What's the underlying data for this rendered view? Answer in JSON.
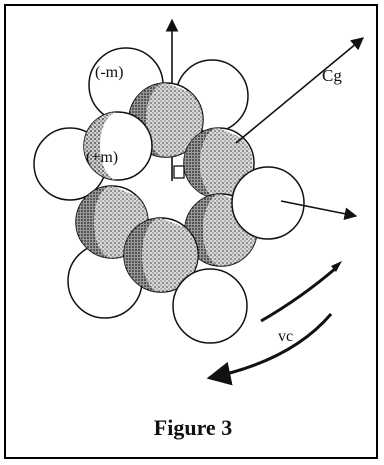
{
  "figure": {
    "caption": "Figure 3"
  },
  "diagram": {
    "labels": {
      "minus_m": "(-m)",
      "plus_m": "(+m)",
      "group_velocity": "Cg",
      "vc": "vc"
    }
  },
  "colors": {
    "ink": "#111111",
    "stipple": "#444444",
    "background": "#ffffff"
  }
}
